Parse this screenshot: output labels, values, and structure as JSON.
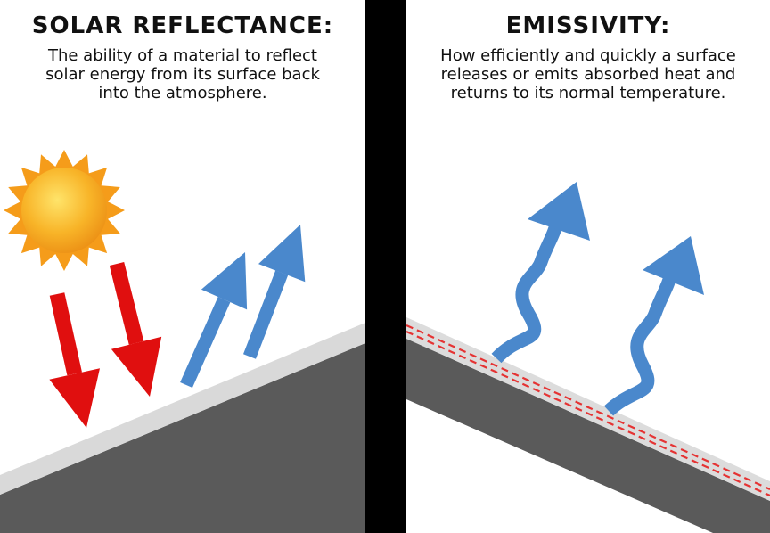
{
  "left_panel": {
    "title": "SOLAR REFLECTANCE:",
    "description": "The ability of a material to reflect solar energy from its surface back into the atmosphere.",
    "icons": [
      "sun-icon",
      "red-incoming-arrow-icon",
      "blue-reflected-arrow-icon"
    ]
  },
  "right_panel": {
    "title": "EMISSIVITY:",
    "description": "How efficiently and quickly a surface releases or emits absorbed heat and returns to its normal temperature.",
    "icons": [
      "wavy-heat-arrow-icon"
    ]
  },
  "colors": {
    "divider": "#000000",
    "roof_body": "#5a5a5a",
    "roof_coating": "#d9d9d9",
    "incoming_arrow": "#e00f0f",
    "outgoing_arrow": "#4a88cc",
    "sun_core": "#f6a81c",
    "sun_rays": "#f59c1a",
    "heat_line": "#e53333"
  }
}
